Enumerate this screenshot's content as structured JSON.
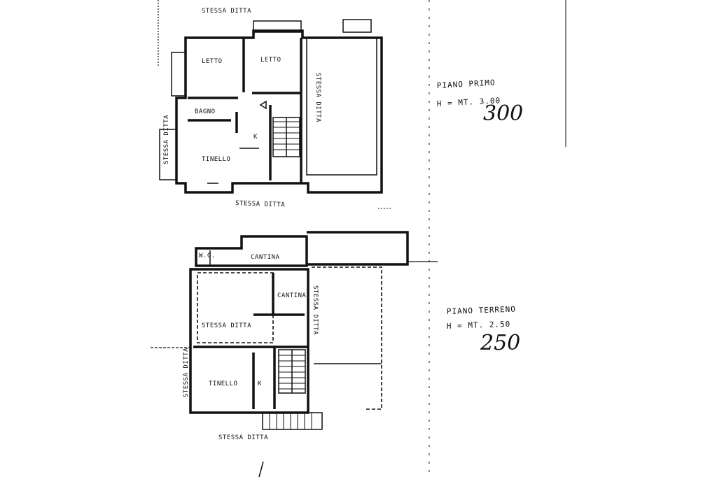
{
  "first_floor": {
    "title": "PIANO PRIMO",
    "height": "H = MT. 3.00",
    "height_corrected": "300",
    "rooms": {
      "letto_1": "LETTO",
      "letto_2": "LETTO",
      "bagno": "BAGNO",
      "tinello": "TINELLO",
      "kitchen_mark": "K"
    },
    "boundary_top": "STESSA DITTA",
    "boundary_bottom": "STESSA DITTA",
    "boundary_left": "STESSA DITTA",
    "boundary_right": "STESSA DITTA"
  },
  "ground_floor": {
    "title": "PIANO TERRENO",
    "height": "H = MT. 2.50",
    "height_corrected": "250",
    "rooms": {
      "cantina_top": "CANTINA",
      "cantina_mid": "CANTINA",
      "stessa_ditta_inner": "STESSA DITTA",
      "tinello": "TINELLO",
      "kitchen_mark": "K",
      "wc_mark": "W.C."
    },
    "boundary_bottom": "STESSA DITTA",
    "boundary_left": "STESSA DITTA",
    "boundary_right": "STESSA DITTA"
  }
}
